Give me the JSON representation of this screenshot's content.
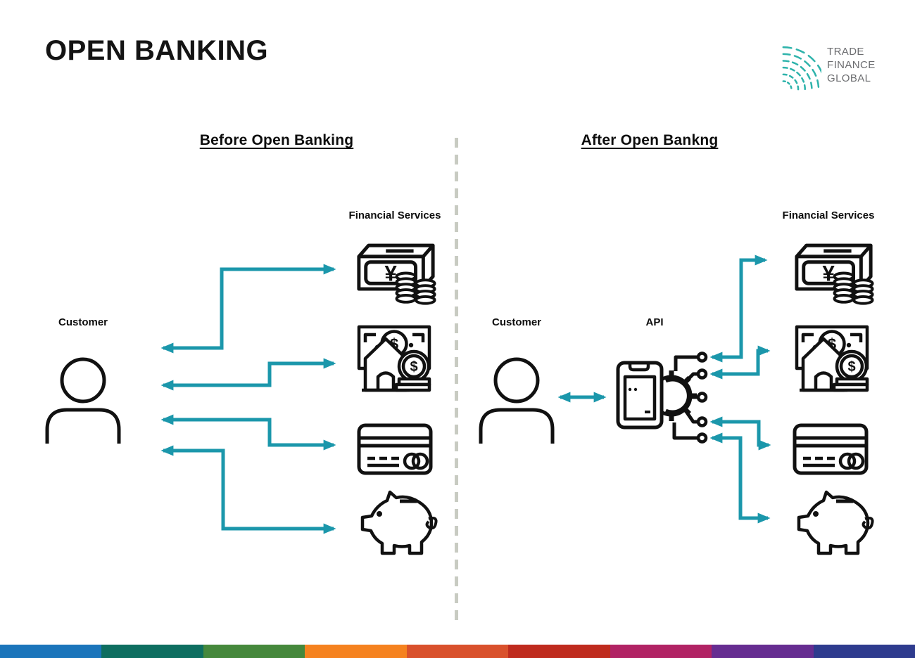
{
  "header": {
    "title": "OPEN BANKING"
  },
  "logo": {
    "line1": "TRADE",
    "line2": "FINANCE",
    "line3": "GLOBAL"
  },
  "before": {
    "heading": "Before Open Banking",
    "customer_label": "Customer",
    "services_label": "Financial Services",
    "service_icons": [
      "cash-currency-icon",
      "mortgage-house-icon",
      "credit-card-icon",
      "piggy-bank-icon"
    ]
  },
  "after": {
    "heading": "After Open Bankng",
    "customer_label": "Customer",
    "api_label": "API",
    "services_label": "Financial Services",
    "service_icons": [
      "cash-currency-icon",
      "mortgage-house-icon",
      "credit-card-icon",
      "piggy-bank-icon"
    ]
  },
  "icons": {
    "yen_symbol": "¥",
    "dollar_symbol": "$"
  },
  "colors": {
    "arrow_teal": "#1b97ab",
    "icon_black": "#111111",
    "logo_teal": "#2eb3ab",
    "logo_text_gray": "#6c6d70",
    "divider_gray": "#c8cbc2"
  },
  "footer": {
    "stripe_colors": [
      "#1b75bb",
      "#0e6e60",
      "#45883c",
      "#f5821f",
      "#d9512c",
      "#bf2b1e",
      "#b12364",
      "#662d91",
      "#2e3b8e"
    ]
  }
}
